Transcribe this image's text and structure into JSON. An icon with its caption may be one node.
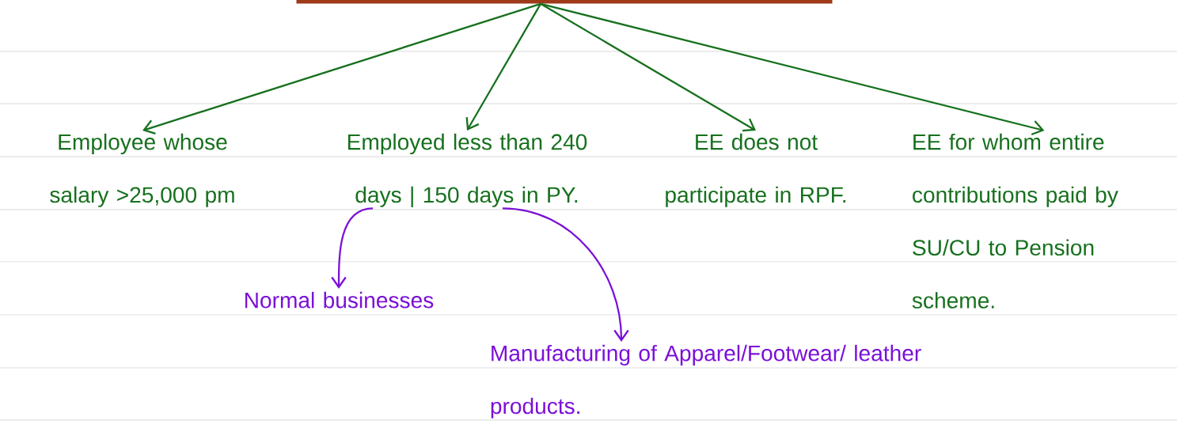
{
  "diagram": {
    "nodes": [
      {
        "text": [],
        "shape": "bar"
      },
      {
        "text": [
          "Employee whose salary >25,000 pm"
        ]
      },
      {
        "text": [
          "Employed less than 240 days | 150 days in PY."
        ]
      },
      {
        "text": [
          "EE does not participate in RPF."
        ]
      },
      {
        "text": [
          "EE for whom entire contributions paid by SU/CU to Pension scheme."
        ]
      },
      {
        "text": [
          "Normal businesses"
        ]
      },
      {
        "text": [
          "Manufacturing of Apparel/Footwear/ leather products."
        ]
      }
    ],
    "edges": [
      {
        "from": 0,
        "to": 1,
        "arrow": "to"
      },
      {
        "from": 0,
        "to": 2,
        "arrow": "to"
      },
      {
        "from": 0,
        "to": 3,
        "arrow": "to"
      },
      {
        "from": 0,
        "to": 4,
        "arrow": "to"
      },
      {
        "from": 2,
        "to": 5,
        "arrow": "to",
        "color": "#7b10d8"
      },
      {
        "from": 2,
        "to": 6,
        "arrow": "to",
        "color": "#7b10d8"
      }
    ]
  }
}
